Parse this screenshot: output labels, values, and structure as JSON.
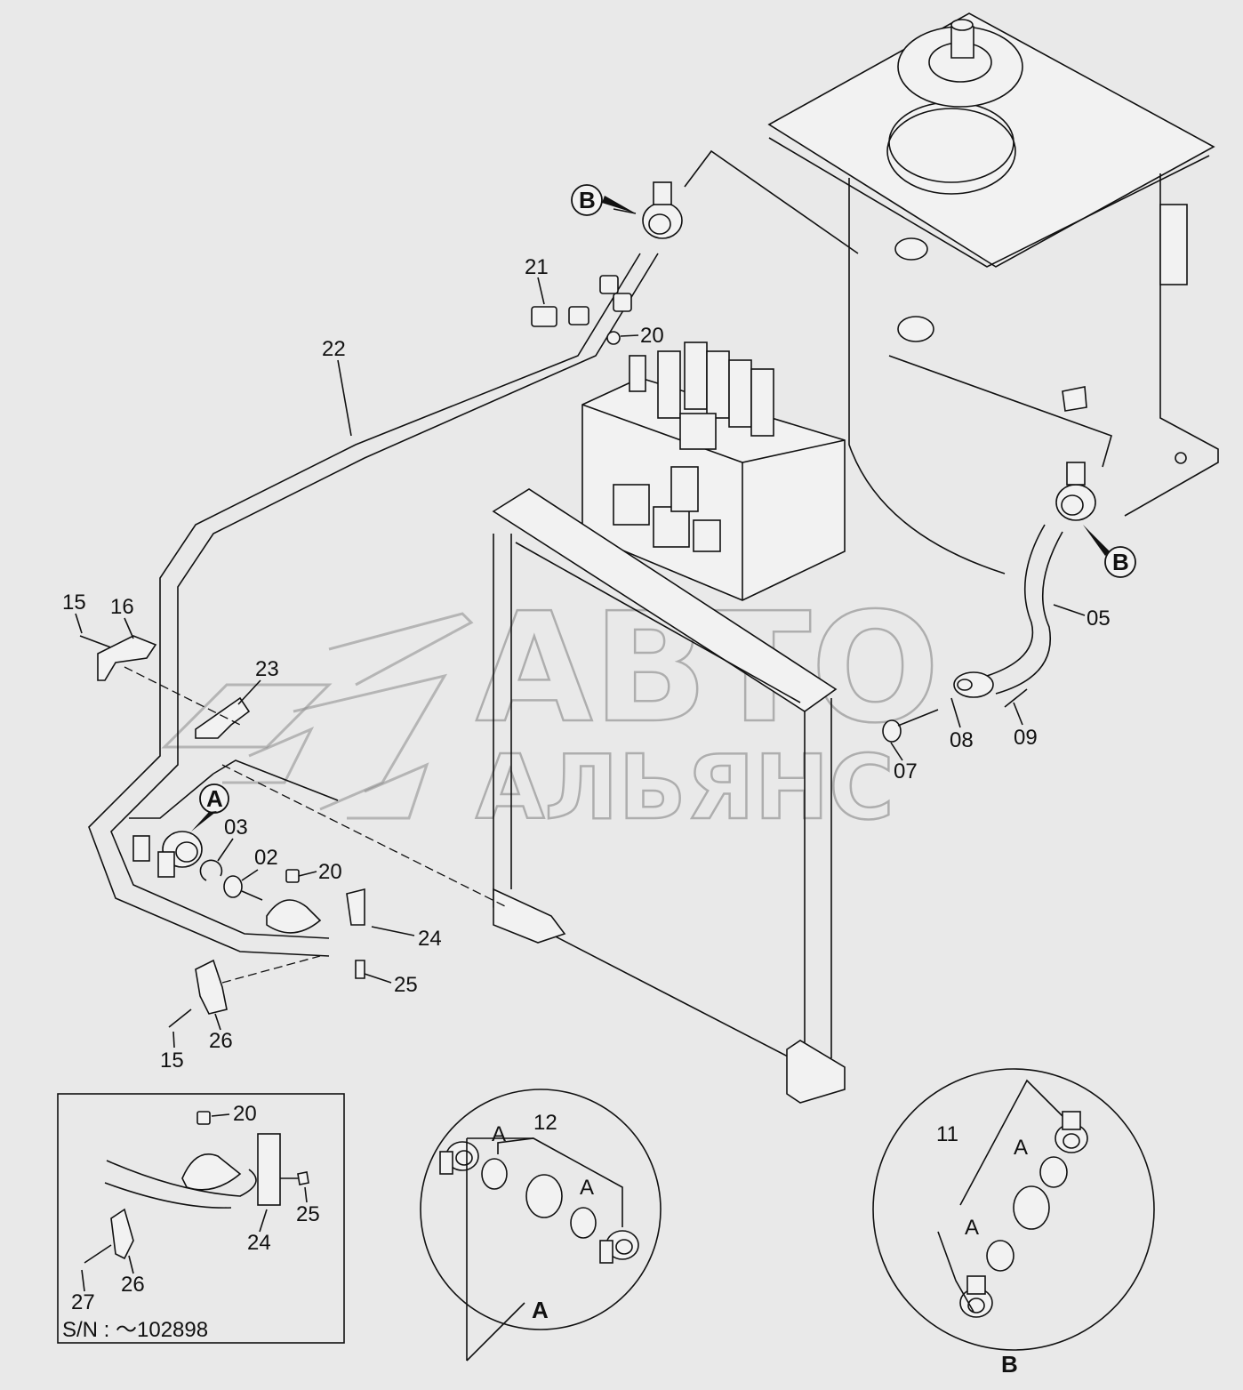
{
  "watermark": {
    "line1": "АВТО",
    "line2": "АЛЬЯНС"
  },
  "callouts": {
    "p02": "02",
    "p03": "03",
    "p05": "05",
    "p07": "07",
    "p08": "08",
    "p09": "09",
    "p11": "11",
    "p12": "12",
    "p15a": "15",
    "p15b": "15",
    "p16": "16",
    "p20a": "20",
    "p20b": "20",
    "p20c": "20",
    "p21": "21",
    "p22": "22",
    "p23": "23",
    "p24a": "24",
    "p24b": "24",
    "p25a": "25",
    "p25b": "25",
    "p26a": "26",
    "p26b": "26",
    "p27": "27"
  },
  "refs": {
    "b_top": "B",
    "b_right": "B",
    "a_main": "A",
    "detail_a_title": "A",
    "detail_a_l": "A",
    "detail_a_r": "A",
    "detail_b_title": "B",
    "detail_b_t": "A",
    "detail_b_b": "A"
  },
  "inset": {
    "serial": "S/N :  ～102898"
  }
}
